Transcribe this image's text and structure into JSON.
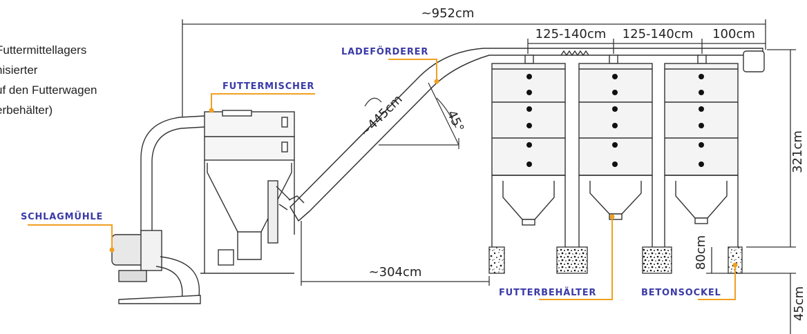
{
  "description_lines": [
    "Futtermittellagers",
    "nisierter",
    "uf den Futterwagen",
    "erbehälter)"
  ],
  "labels": {
    "futtermischer": "FUTTERMISCHER",
    "ladefoerderer": "LADEFÖRDERER",
    "schlagmuehle": "SCHLAGMÜHLE",
    "futterbehaelter": "FUTTERBEHÄLTER",
    "betonsockel": "BETONSOCKEL"
  },
  "dimensions": {
    "total_length": "~952cm",
    "spacing_1": "125-140cm",
    "spacing_2": "125-140cm",
    "spacing_3": "100cm",
    "conveyor_length": "~445cm",
    "conveyor_angle": "45°",
    "horizontal_distance": "~304cm",
    "silo_height": "321cm",
    "base_height": "80cm",
    "extra_height": "45cm"
  },
  "colors": {
    "label": "#3a3aa8",
    "leader": "#f0a020",
    "line": "#333333",
    "silo_fill": "#f4f4f4"
  }
}
